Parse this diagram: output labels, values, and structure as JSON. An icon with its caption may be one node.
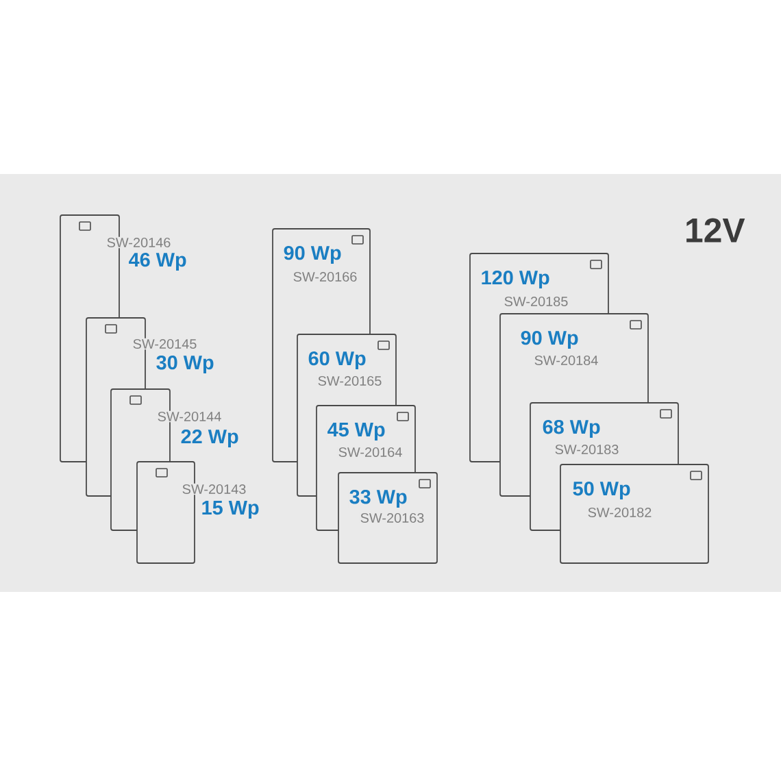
{
  "diagram": {
    "title": "12V",
    "nodes": [
      {
        "text": [
          "SW-20146",
          "46 Wp"
        ]
      },
      {
        "text": [
          "SW-20145",
          "30 Wp"
        ]
      },
      {
        "text": [
          "SW-20144",
          "22 Wp"
        ]
      },
      {
        "text": [
          "SW-20143",
          "15 Wp"
        ]
      },
      {
        "text": [
          "90 Wp",
          "SW-20166"
        ]
      },
      {
        "text": [
          "60 Wp",
          "SW-20165"
        ]
      },
      {
        "text": [
          "45 Wp",
          "SW-20164"
        ]
      },
      {
        "text": [
          "33 Wp",
          "SW-20163"
        ]
      },
      {
        "text": [
          "120 Wp",
          "SW-20185"
        ]
      },
      {
        "text": [
          "90 Wp",
          "SW-20184"
        ]
      },
      {
        "text": [
          "68 Wp",
          "SW-20183"
        ]
      },
      {
        "text": [
          "50 Wp",
          "SW-20182"
        ]
      }
    ]
  }
}
